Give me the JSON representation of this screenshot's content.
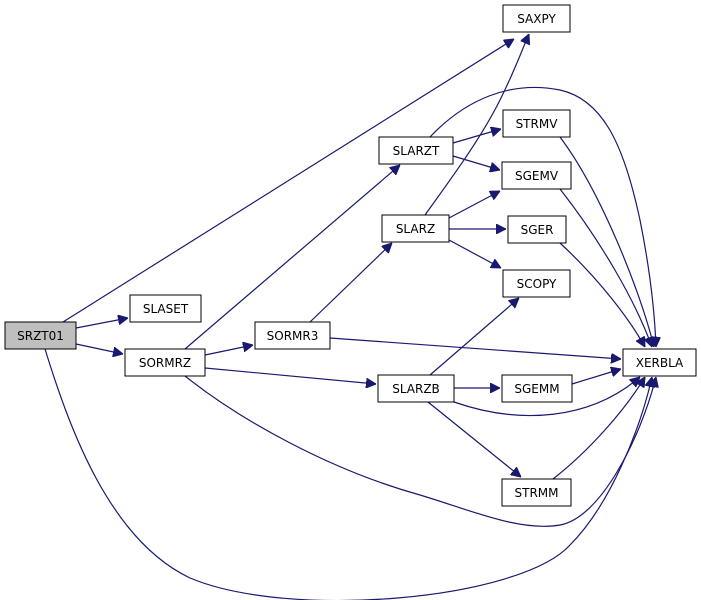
{
  "colors": {
    "edge": "#191970",
    "root_fill": "#bfbfbf",
    "node_fill": "#ffffff",
    "border": "#000000"
  },
  "nodes": {
    "srzt01": {
      "label": "SRZT01",
      "root": true
    },
    "slaset": {
      "label": "SLASET"
    },
    "sormrz": {
      "label": "SORMRZ"
    },
    "sormr3": {
      "label": "SORMR3"
    },
    "slarzt": {
      "label": "SLARZT"
    },
    "slarz": {
      "label": "SLARZ"
    },
    "slarzb": {
      "label": "SLARZB"
    },
    "saxpy": {
      "label": "SAXPY"
    },
    "strmv": {
      "label": "STRMV"
    },
    "sgemv": {
      "label": "SGEMV"
    },
    "sger": {
      "label": "SGER"
    },
    "scopy": {
      "label": "SCOPY"
    },
    "sgemm": {
      "label": "SGEMM"
    },
    "strmm": {
      "label": "STRMM"
    },
    "xerbla": {
      "label": "XERBLA"
    }
  },
  "edges": [
    {
      "from": "srzt01",
      "to": "saxpy"
    },
    {
      "from": "srzt01",
      "to": "slaset"
    },
    {
      "from": "srzt01",
      "to": "sormrz"
    },
    {
      "from": "srzt01",
      "to": "xerbla"
    },
    {
      "from": "sormrz",
      "to": "slarzt"
    },
    {
      "from": "sormrz",
      "to": "sormr3"
    },
    {
      "from": "sormrz",
      "to": "slarzb"
    },
    {
      "from": "sormrz",
      "to": "xerbla"
    },
    {
      "from": "sormr3",
      "to": "slarz"
    },
    {
      "from": "sormr3",
      "to": "xerbla"
    },
    {
      "from": "slarzt",
      "to": "strmv"
    },
    {
      "from": "slarzt",
      "to": "sgemv"
    },
    {
      "from": "slarzt",
      "to": "xerbla"
    },
    {
      "from": "slarz",
      "to": "saxpy"
    },
    {
      "from": "slarz",
      "to": "sgemv"
    },
    {
      "from": "slarz",
      "to": "sger"
    },
    {
      "from": "slarz",
      "to": "scopy"
    },
    {
      "from": "slarzb",
      "to": "scopy"
    },
    {
      "from": "slarzb",
      "to": "sgemm"
    },
    {
      "from": "slarzb",
      "to": "strmm"
    },
    {
      "from": "slarzb",
      "to": "xerbla"
    },
    {
      "from": "strmv",
      "to": "xerbla"
    },
    {
      "from": "sgemv",
      "to": "xerbla"
    },
    {
      "from": "sger",
      "to": "xerbla"
    },
    {
      "from": "sgemm",
      "to": "xerbla"
    },
    {
      "from": "strmm",
      "to": "xerbla"
    }
  ]
}
